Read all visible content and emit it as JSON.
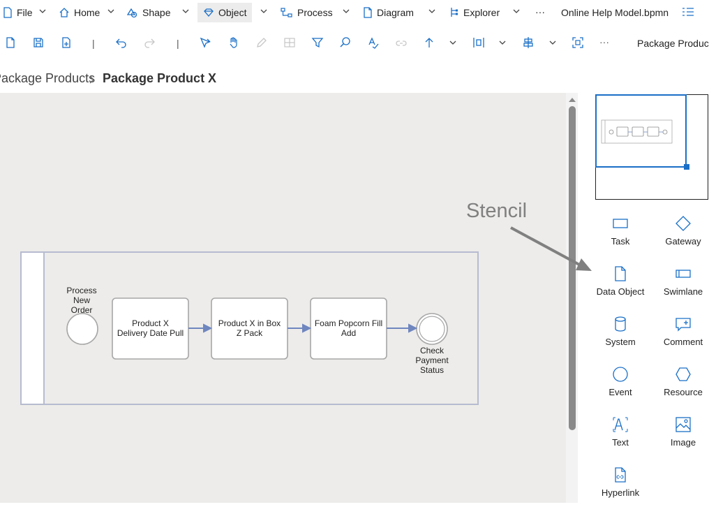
{
  "menu": {
    "file": "File",
    "home": "Home",
    "shape": "Shape",
    "object": "Object",
    "process": "Process",
    "diagram": "Diagram",
    "explorer": "Explorer",
    "more": "···",
    "document_title": "Online Help Model.bpmn"
  },
  "toolbar": {
    "more": "···",
    "separator": "|",
    "context_label": "Package Product"
  },
  "breadcrumb": {
    "parent": "Package Products",
    "current": "Package Product X"
  },
  "diagram": {
    "start_event_label": [
      "Process",
      "New",
      "Order"
    ],
    "task1": [
      "Product X",
      "Delivery Date Pull"
    ],
    "task2": [
      "Product X in Box",
      "Z Pack"
    ],
    "task3": [
      "Foam Popcorn Fill",
      "Add"
    ],
    "end_event_label": [
      "Check",
      "Payment",
      "Status"
    ]
  },
  "annotation": {
    "stencil": "Stencil"
  },
  "stencil": {
    "task": "Task",
    "gateway": "Gateway",
    "data_object": "Data Object",
    "swimlane": "Swimlane",
    "system": "System",
    "comment": "Comment",
    "event": "Event",
    "resource": "Resource",
    "text": "Text",
    "image": "Image",
    "hyperlink": "Hyperlink"
  },
  "colors": {
    "accent": "#1a6fc7",
    "canvas_bg": "#edecea",
    "flow_arrow": "#6f86bf",
    "shape_border": "#a7a7a7",
    "annotation": "#808080"
  }
}
